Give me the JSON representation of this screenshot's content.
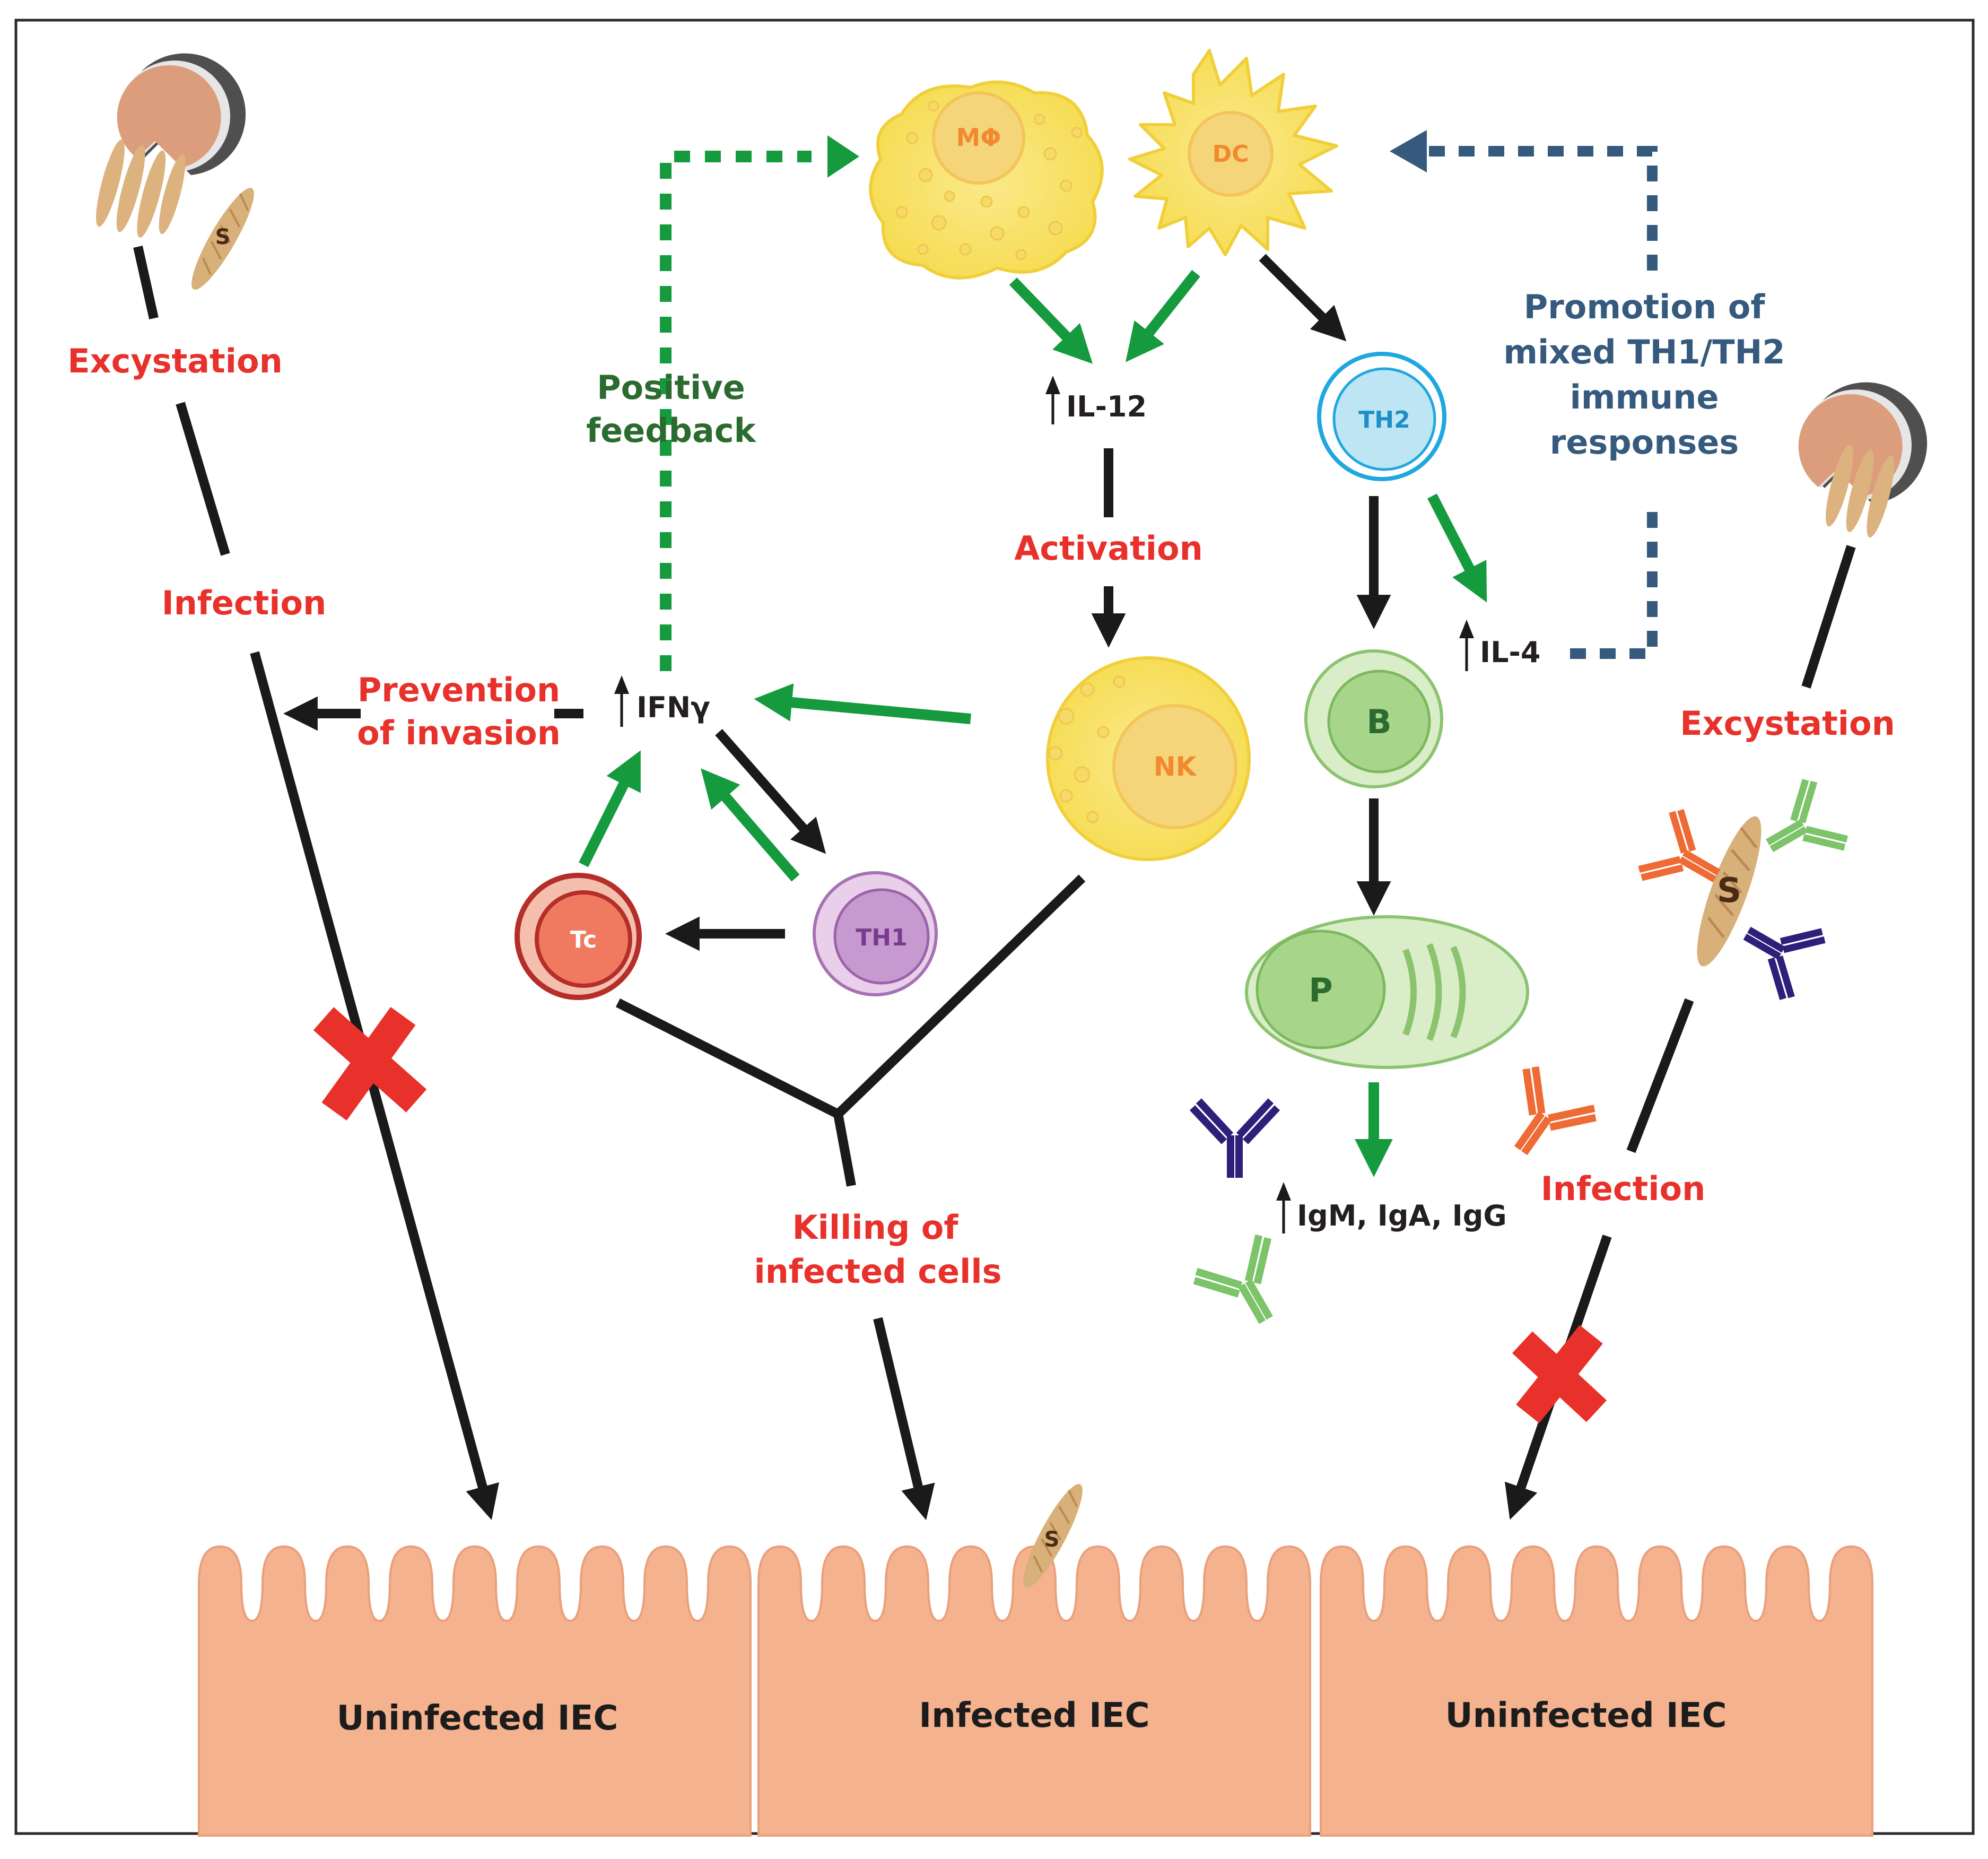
{
  "colors": {
    "text_red": "#e8312b",
    "arrow_green": "#159a3e",
    "arrow_black": "#1a1a1a",
    "feedback_green": "#2c6b2f",
    "promotion_blue": "#355a7e",
    "epithelium": "#f4b28e",
    "antibody_purple": "#2e1f7a",
    "antibody_orange": "#ef6b35",
    "antibody_green": "#7cc36a"
  },
  "cells": {
    "macrophage": "MΦ",
    "dendritic": "DC",
    "th2": "TH2",
    "th1": "TH1",
    "nk": "NK",
    "b_cell": "B",
    "plasma": "P",
    "tc": "Tc"
  },
  "sporozoite_letter": "S",
  "labels": {
    "excystation_left": "Excystation",
    "infection_left": "Infection",
    "positive_feedback_line1": "Positive",
    "positive_feedback_line2": "feedback",
    "il12": "IL-12",
    "activation": "Activation",
    "prevention_line1": "Prevention",
    "prevention_line2": "of invasion",
    "ifng": "IFNγ",
    "promotion_line1": "Promotion of",
    "promotion_line2": "mixed TH1/TH2",
    "promotion_line3": "immune",
    "promotion_line4": "responses",
    "il4": "IL-4",
    "excystation_right": "Excystation",
    "infection_right": "Infection",
    "antibodies": "IgM, IgA, IgG",
    "killing_line1": "Killing of",
    "killing_line2": "infected cells"
  },
  "epithelium": {
    "left": "Uninfected IEC",
    "middle": "Infected IEC",
    "right": "Uninfected IEC"
  }
}
